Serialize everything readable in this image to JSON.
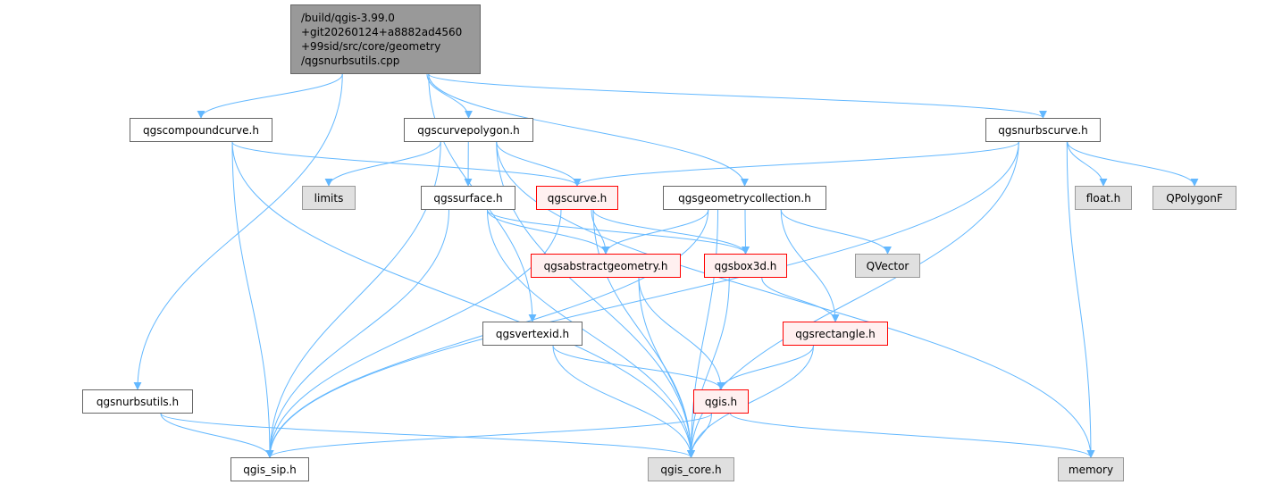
{
  "colors": {
    "edge": "#63b8ff",
    "root_fill": "#999999",
    "ext_fill": "#e0e0e0",
    "red_border": "#ff0000"
  },
  "nodes": {
    "root": {
      "label": "/build/qgis-3.99.0\n+git20260124+a8882ad4560\n+99sid/src/core/geometry\n       /qgsnurbsutils.cpp",
      "kind": "root"
    },
    "compoundcurve": {
      "label": "qgscompoundcurve.h",
      "kind": "normal"
    },
    "curvepolygon": {
      "label": "qgscurvepolygon.h",
      "kind": "normal"
    },
    "nurbscurve": {
      "label": "qgsnurbscurve.h",
      "kind": "normal"
    },
    "limits": {
      "label": "limits",
      "kind": "ext"
    },
    "surface": {
      "label": "qgssurface.h",
      "kind": "normal"
    },
    "curve": {
      "label": "qgscurve.h",
      "kind": "red"
    },
    "geometrycollection": {
      "label": "qgsgeometrycollection.h",
      "kind": "normal"
    },
    "floath": {
      "label": "float.h",
      "kind": "ext"
    },
    "qpolygonf": {
      "label": "QPolygonF",
      "kind": "ext"
    },
    "abstractgeometry": {
      "label": "qgsabstractgeometry.h",
      "kind": "red"
    },
    "box3d": {
      "label": "qgsbox3d.h",
      "kind": "red"
    },
    "qvector": {
      "label": "QVector",
      "kind": "ext"
    },
    "vertexid": {
      "label": "qgsvertexid.h",
      "kind": "normal"
    },
    "rectangle": {
      "label": "qgsrectangle.h",
      "kind": "red"
    },
    "nurbsutils": {
      "label": "qgsnurbsutils.h",
      "kind": "normal"
    },
    "qgis": {
      "label": "qgis.h",
      "kind": "red"
    },
    "qgis_sip": {
      "label": "qgis_sip.h",
      "kind": "normal"
    },
    "qgis_core": {
      "label": "qgis_core.h",
      "kind": "ext"
    },
    "memory": {
      "label": "memory",
      "kind": "ext"
    }
  },
  "edges": [
    [
      "root",
      "compoundcurve"
    ],
    [
      "root",
      "curvepolygon"
    ],
    [
      "root",
      "nurbscurve"
    ],
    [
      "root",
      "geometrycollection"
    ],
    [
      "root",
      "vertexid"
    ],
    [
      "root",
      "nurbsutils"
    ],
    [
      "compoundcurve",
      "curve"
    ],
    [
      "compoundcurve",
      "qgis_sip"
    ],
    [
      "compoundcurve",
      "qgis_core"
    ],
    [
      "curvepolygon",
      "limits"
    ],
    [
      "curvepolygon",
      "surface"
    ],
    [
      "curvepolygon",
      "curve"
    ],
    [
      "curvepolygon",
      "qgis_sip"
    ],
    [
      "curvepolygon",
      "qgis_core"
    ],
    [
      "curvepolygon",
      "memory"
    ],
    [
      "nurbscurve",
      "curve"
    ],
    [
      "nurbscurve",
      "floath"
    ],
    [
      "nurbscurve",
      "qpolygonf"
    ],
    [
      "nurbscurve",
      "qgis_sip"
    ],
    [
      "nurbscurve",
      "qgis_core"
    ],
    [
      "nurbscurve",
      "memory"
    ],
    [
      "surface",
      "abstractgeometry"
    ],
    [
      "surface",
      "box3d"
    ],
    [
      "surface",
      "qgis_sip"
    ],
    [
      "surface",
      "qgis_core"
    ],
    [
      "curve",
      "abstractgeometry"
    ],
    [
      "curve",
      "box3d"
    ],
    [
      "curve",
      "qgis_sip"
    ],
    [
      "curve",
      "qgis_core"
    ],
    [
      "geometrycollection",
      "abstractgeometry"
    ],
    [
      "geometrycollection",
      "box3d"
    ],
    [
      "geometrycollection",
      "qvector"
    ],
    [
      "geometrycollection",
      "rectangle"
    ],
    [
      "geometrycollection",
      "qgis_sip"
    ],
    [
      "geometrycollection",
      "qgis_core"
    ],
    [
      "abstractgeometry",
      "qgis"
    ],
    [
      "abstractgeometry",
      "qgis_core"
    ],
    [
      "box3d",
      "rectangle"
    ],
    [
      "box3d",
      "qgis_core"
    ],
    [
      "vertexid",
      "qgis"
    ],
    [
      "vertexid",
      "qgis_core"
    ],
    [
      "rectangle",
      "qgis"
    ],
    [
      "rectangle",
      "qgis_core"
    ],
    [
      "nurbsutils",
      "qgis_sip"
    ],
    [
      "nurbsutils",
      "qgis_core"
    ],
    [
      "qgis",
      "qgis_sip"
    ],
    [
      "qgis",
      "qgis_core"
    ],
    [
      "qgis",
      "memory"
    ]
  ]
}
